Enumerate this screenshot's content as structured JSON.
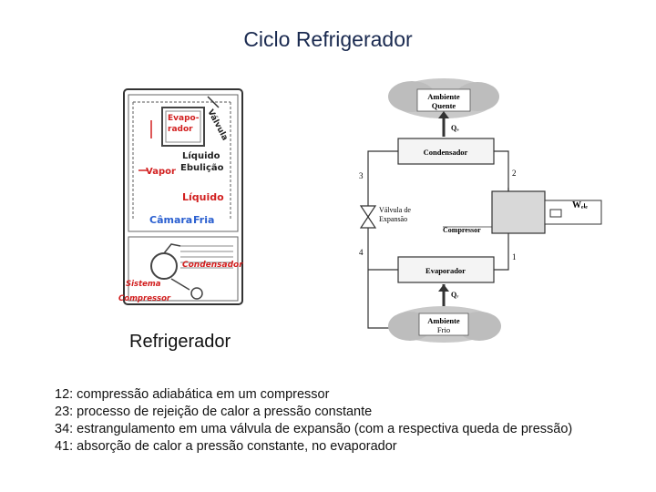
{
  "title": "Ciclo Refrigerador",
  "fridge": {
    "labels": {
      "evaporador": [
        "Evapo-",
        "rador"
      ],
      "valvula": "Válvula",
      "liquido_top": "Líquido",
      "ebulicao": "Ebulição",
      "vapor": "Vapor",
      "liquido_mid": "Líquido",
      "camara": "Câmara",
      "fria": "Fria",
      "condensador": "Condensador",
      "sistema": "Sistema",
      "compressor": "Compressor"
    },
    "caption": "Refrigerador"
  },
  "cycle": {
    "ambiente_quente": [
      "Ambiente",
      "Quente"
    ],
    "q_hot": "Qₒ",
    "condensador": "Condensador",
    "valvula": [
      "Válvula de",
      "Expansão"
    ],
    "compressor": "Compressor",
    "w": "Wₑₗₑ",
    "evaporador": "Evaporador",
    "q_cold": "Qᵣ",
    "ambiente_frio": [
      "Ambiente",
      "Frio"
    ],
    "points": [
      "1",
      "2",
      "3",
      "4"
    ]
  },
  "legend": [
    "12: compressão adiabática em um compressor",
    "23: processo de rejeição de calor a pressão constante",
    "34: estrangulamento em uma válvula de expansão (com a respectiva queda de pressão)",
    "41: absorção de calor a pressão constante, no evaporador"
  ],
  "colors": {
    "title": "#1a2a50",
    "fridge_red": "#d22020",
    "fridge_blue": "#2a5fd0",
    "line": "#333333"
  }
}
